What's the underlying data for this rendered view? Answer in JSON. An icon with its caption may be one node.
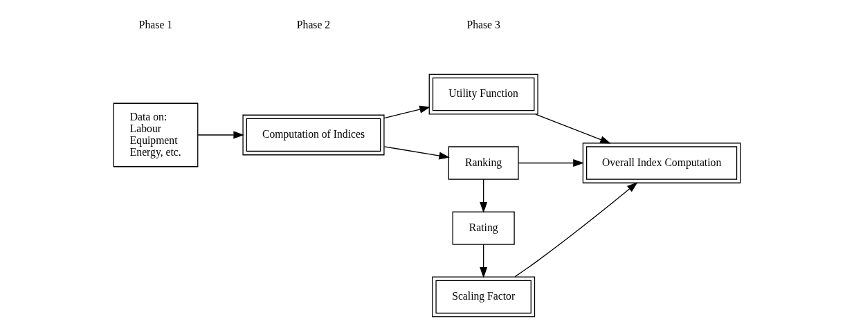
{
  "diagram": {
    "nodes": [
      {
        "text": [
          "Data on:",
          "Labour",
          "Equipment",
          "Energy, etc."
        ]
      },
      {
        "text": [
          "Computation of Indices"
        ]
      },
      {
        "text": [
          "Utility Function"
        ]
      },
      {
        "text": [
          "Ranking"
        ]
      },
      {
        "text": [
          "Rating"
        ]
      },
      {
        "text": [
          "Scaling Factor"
        ]
      },
      {
        "text": [
          "Overall Index Computation"
        ]
      }
    ],
    "edges": [
      {
        "from": 0,
        "to": 1,
        "arrow": "to"
      },
      {
        "from": 1,
        "to": 2,
        "arrow": "to"
      },
      {
        "from": 1,
        "to": 3,
        "arrow": "to"
      },
      {
        "from": 2,
        "to": 6,
        "arrow": "to"
      },
      {
        "from": 3,
        "to": 6,
        "arrow": "to"
      },
      {
        "from": 3,
        "to": 4,
        "arrow": "to"
      },
      {
        "from": 4,
        "to": 5,
        "arrow": "to"
      },
      {
        "from": 5,
        "to": 6,
        "arrow": "to"
      }
    ],
    "labels": [
      "Phase 1",
      "Phase 2",
      "Phase 3"
    ]
  }
}
